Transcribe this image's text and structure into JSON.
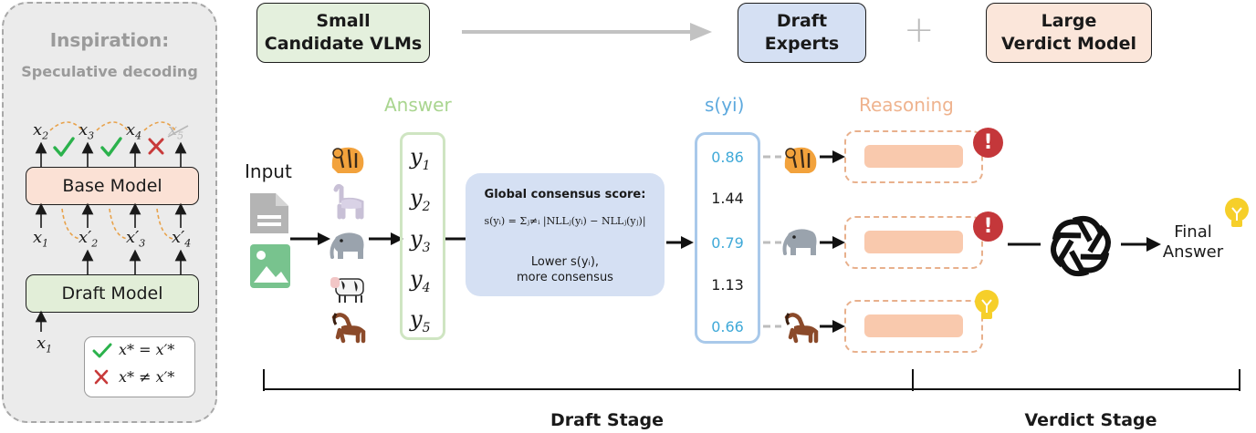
{
  "inspiration": {
    "title": "Inspiration:",
    "subtitle": "Speculative decoding",
    "base_model_label": "Base Model",
    "draft_model_label": "Draft Model",
    "top_tokens": [
      "x",
      "x",
      "x",
      "x"
    ],
    "top_subs": [
      "2",
      "3",
      "4",
      "5"
    ],
    "mid_tokens": [
      "x",
      "x′",
      "x′",
      "x′"
    ],
    "mid_subs": [
      "1",
      "2",
      "3",
      "4"
    ],
    "bottom_token": "x",
    "bottom_sub": "1",
    "legend_equal": "x* = x′*",
    "legend_not_equal": "x* ≠ x′*"
  },
  "header": {
    "small_candidate": [
      "Small",
      "Candidate VLMs"
    ],
    "draft_experts": [
      "Draft",
      "Experts"
    ],
    "plus_sign": "+",
    "large_verdict": [
      "Large",
      "Verdict Model"
    ]
  },
  "input_label": "Input",
  "answer_label": "Answer",
  "score_label": "s(yi)",
  "reasoning_label": "Reasoning",
  "animals": [
    "tiger",
    "llama",
    "elephant",
    "cow",
    "horse"
  ],
  "answers": [
    {
      "var": "y",
      "sub": "1"
    },
    {
      "var": "y",
      "sub": "2"
    },
    {
      "var": "y",
      "sub": "3"
    },
    {
      "var": "y",
      "sub": "4"
    },
    {
      "var": "y",
      "sub": "5"
    }
  ],
  "consensus": {
    "title": "Global consensus score:",
    "formula": "s(yᵢ) = Σⱼ≠ᵢ |NLLⱼ(yᵢ) − NLLⱼ(yⱼ)|",
    "note_line1": "Lower s(yᵢ),",
    "note_line2": "more consensus"
  },
  "scores": [
    "0.86",
    "1.44",
    "0.79",
    "1.13",
    "0.66"
  ],
  "score_highlight_color": "#3fa9d8",
  "final_answer": [
    "Final",
    "Answer"
  ],
  "stages": {
    "draft": "Draft Stage",
    "verdict": "Verdict Stage"
  },
  "colors": {
    "answer_green": "#a9d58f",
    "reasoning_orange": "#efb38e",
    "warning_red": "#c4373a",
    "bulb_yellow": "#f6cf2a"
  }
}
